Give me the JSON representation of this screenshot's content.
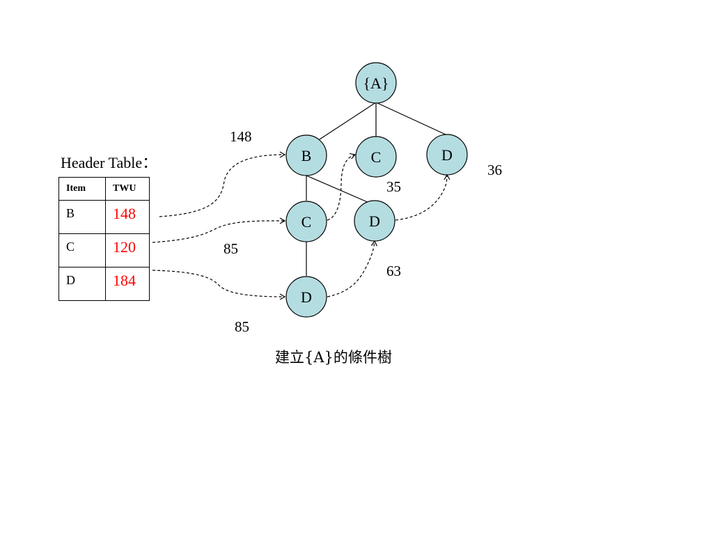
{
  "diagram": {
    "header_title": "Header Table：",
    "caption": "建立{A}的條件樹",
    "table": {
      "columns": [
        "Item",
        "TWU"
      ],
      "rows": [
        {
          "item": "B",
          "twu": "148"
        },
        {
          "item": "C",
          "twu": "120"
        },
        {
          "item": "D",
          "twu": "184"
        }
      ]
    },
    "nodes": {
      "root": "{A}",
      "b": "B",
      "c1": "C",
      "d1": "D",
      "c2": "C",
      "d2": "D",
      "d3": "D"
    },
    "values": {
      "b_148": "148",
      "d1_36": "36",
      "c1_35": "35",
      "c2_85": "85",
      "d2_63": "63",
      "d3_85": "85"
    },
    "colors": {
      "node_fill": "#b4dde1",
      "twu_text": "#ff0000"
    }
  }
}
